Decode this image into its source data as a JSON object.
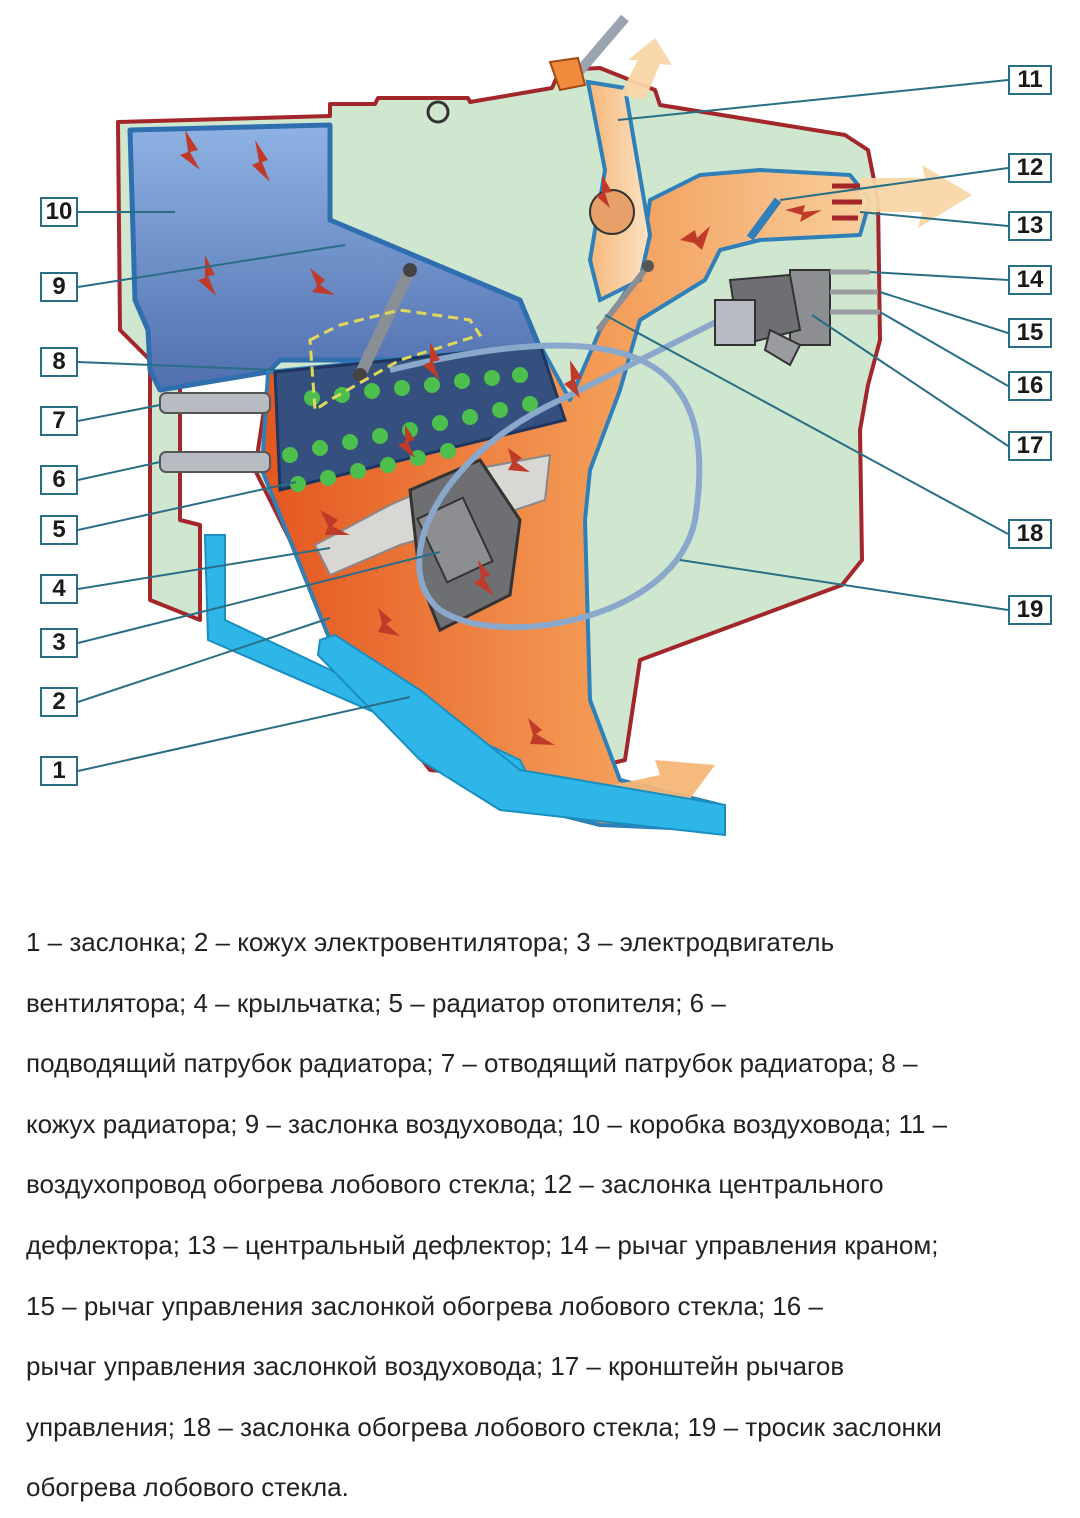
{
  "diagram": {
    "labels": [
      "1",
      "2",
      "3",
      "4",
      "5",
      "6",
      "7",
      "8",
      "9",
      "10",
      "11",
      "12",
      "13",
      "14",
      "15",
      "16",
      "17",
      "18",
      "19"
    ]
  },
  "caption_lines": [
    "1 – заслонка; 2 – кожух электровентилятора; 3 – электродвигатель",
    "вентилятора; 4 – крыльчатка; 5 – радиатор отопителя; 6 –",
    "подводящий патрубок радиатора; 7 – отводящий патрубок радиатора; 8 –",
    "кожух радиатора; 9 – заслонка воздуховода; 10 – коробка воздуховода; 11 –",
    "воздухопровод обогрева лобового стекла; 12 – заслонка центрального",
    "дефлектора; 13 – центральный дефлектор; 14 – рычаг управления краном;",
    "15 – рычаг управления заслонкой обогрева лобового стекла; 16 –",
    "рычаг управления заслонкой воздуховода; 17 – кронштейн рычагов",
    "управления; 18 – заслонка обогрева лобового стекла; 19 – тросик заслонки",
    "обогрева лобового стекла."
  ],
  "colors": {
    "housing_fill": "#cfe6cf",
    "housing_outline": "#a3262b",
    "intake_box": "#6f8fc8",
    "warm_air": "#f08a3c",
    "duct_blue": "#2fb6e8",
    "radiator_tube": "#4cbf4c",
    "leader_line": "#2a6e86"
  },
  "icons": [
    "flow-arrow-icon",
    "fan-motor-icon",
    "radiator-core-icon"
  ]
}
